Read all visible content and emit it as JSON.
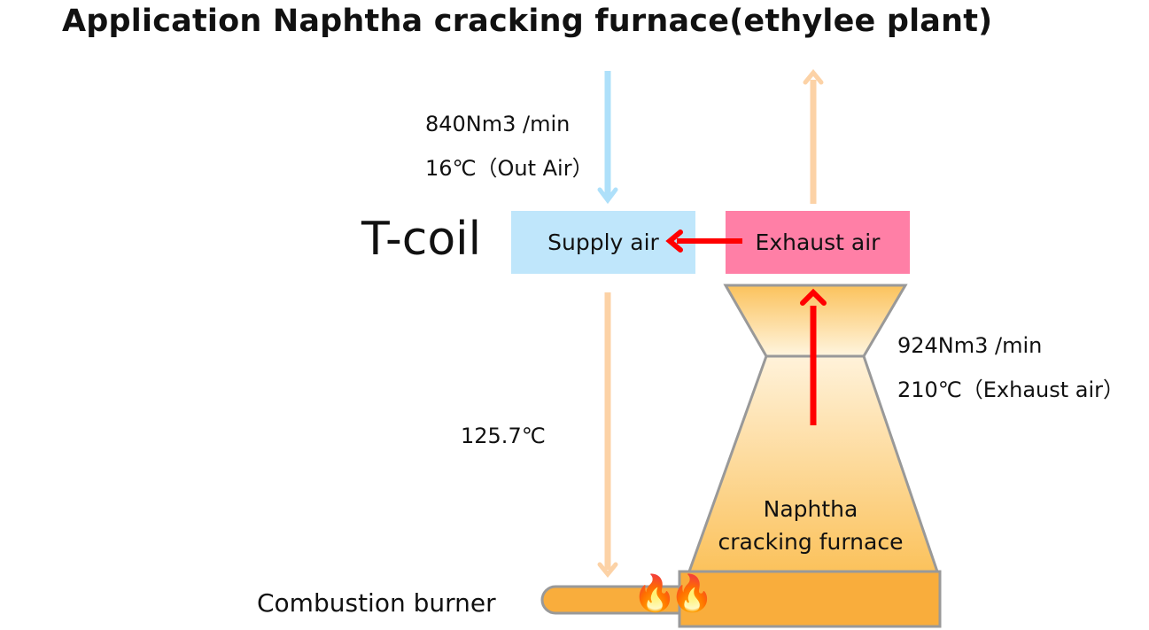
{
  "title": "Application Naphtha cracking furnace(ethylee plant)",
  "tcoil_label": "T-coil",
  "supply_air_label": "Supply air",
  "exhaust_air_label": "Exhaust air",
  "inlet": {
    "flow": "840Nm3 /min",
    "temp": "16℃（Out Air）"
  },
  "outlet": {
    "flow": "924Nm3 /min",
    "temp": "210℃（Exhaust air）"
  },
  "supply_temp": "125.7℃",
  "furnace": {
    "line1": "Naphtha",
    "line2": "cracking furnace"
  },
  "burner_label": "Combustion burner",
  "flame_glyph": "🔥",
  "colors": {
    "supply_box": "#bfe6fb",
    "exhaust_box": "#ff7fa6",
    "cold_arrow": "#aee0fa",
    "warm_arrow": "#fcd2a6",
    "heat_arrow": "#ff0000",
    "furnace_fill": "#fbc25c",
    "furnace_outline": "#999999",
    "burner_fill": "#f9ad3c"
  }
}
